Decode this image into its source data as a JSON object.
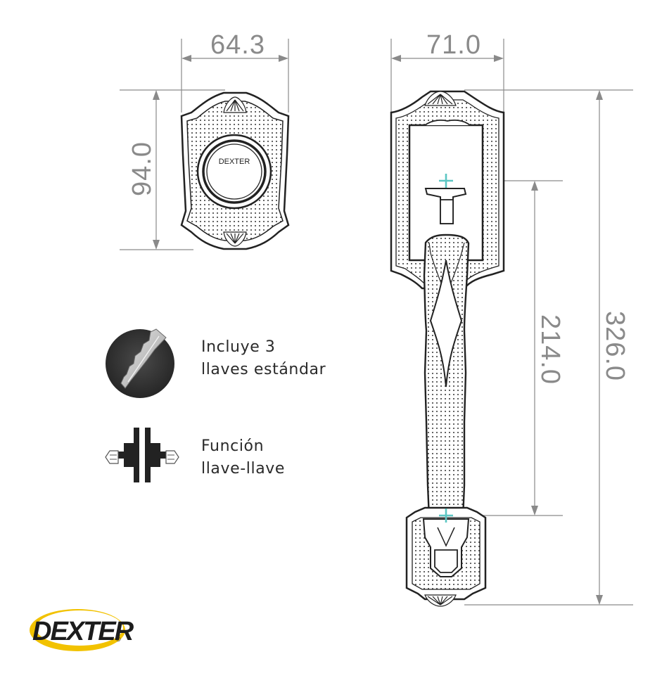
{
  "dimensions": {
    "deadbolt_width": "64.3",
    "deadbolt_height": "94.0",
    "handleset_width": "71.0",
    "handleset_height": "326.0",
    "center_to_center": "214.0"
  },
  "deadbolt": {
    "brand_label": "DEXTER"
  },
  "features": {
    "keys": {
      "line1": "Incluye 3",
      "line2": "llaves estándar",
      "icon": "key-icon"
    },
    "function": {
      "line1": "Función",
      "line2": "llave-llave",
      "icon": "key-key-function-icon"
    }
  },
  "brand": {
    "logo_text": "DEXTER",
    "registered_mark": "®"
  },
  "colors": {
    "outline": "#222222",
    "dimension_lines": "#8a8a8a",
    "center_marker": "#5cc6c3",
    "logo_ring": "#f2c200"
  }
}
